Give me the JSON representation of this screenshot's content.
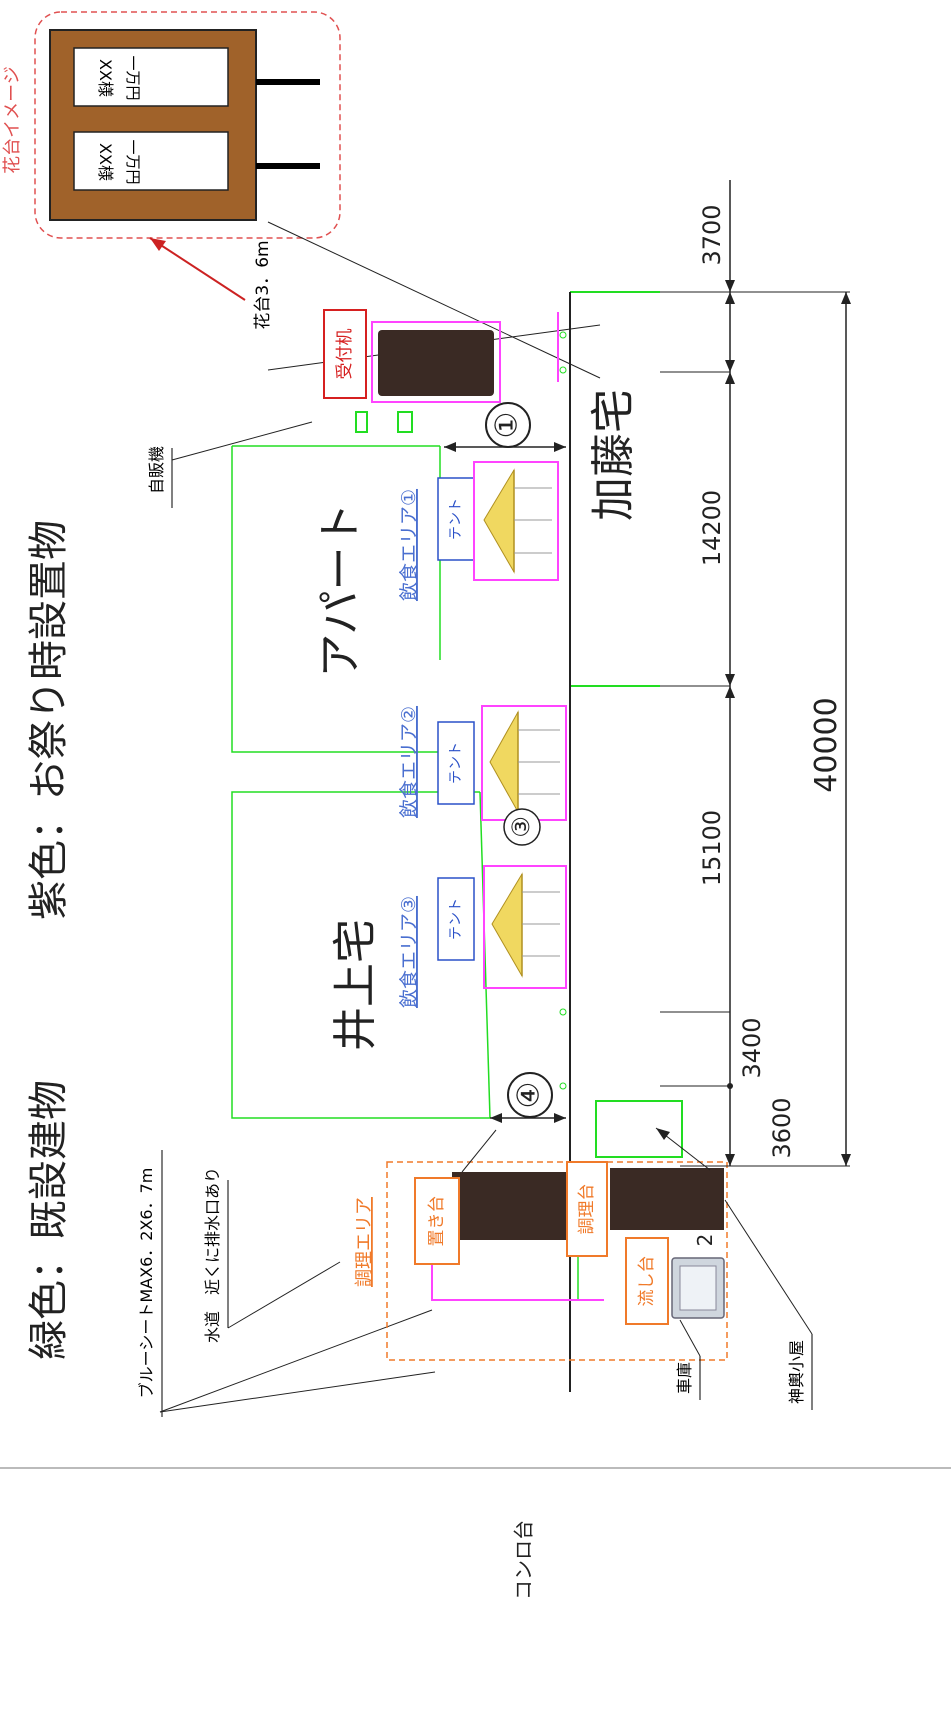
{
  "legend": {
    "green": "緑色：既設建物",
    "purple": "紫色：お祭り時設置物"
  },
  "flower_stand_image": {
    "title": "花台イメージ",
    "card_top": {
      "name": "XX様",
      "amount": "一万円"
    },
    "card_bottom": {
      "name": "XX様",
      "amount": "一万円"
    },
    "note": "花台3．6m"
  },
  "labels": {
    "reception_desk": "受付机",
    "vending_machine": "自販機",
    "apartment": "アパート",
    "inoue_house": "井上宅",
    "kato_house": "加藤宅",
    "food_area_1": "飲食エリア①",
    "food_area_2": "飲食エリア②",
    "food_area_3": "飲食エリア③",
    "tent_1": "テント",
    "tent_2": "テント",
    "tent_3": "テント",
    "circle_1": "①",
    "circle_3": "③",
    "circle_4": "④",
    "blue_sheet": "ブルーシートMAX6．2X6．7m",
    "water": "水道　近くに排水口あり",
    "cooking_area": "調理エリア",
    "placing_table": "置き台",
    "cooking_table": "調理台",
    "sink_table": "流し台",
    "garage": "車庫",
    "mikoshi_hut": "神輿小屋",
    "stove_table": "コンロ台",
    "dim_2": "2"
  },
  "dimensions": {
    "d_3700": "3700",
    "d_14200": "14200",
    "d_15100": "15100",
    "d_3400": "3400",
    "d_3600": "3600",
    "d_40000": "40000"
  },
  "colors": {
    "existing_building": "#22dd22",
    "festival_item": "#ff44ff",
    "food_area_text": "#4a6fd0",
    "cooking_orange": "#f07a2a",
    "reception_red": "#d62020",
    "flower_stand_brown": "#a0622a",
    "dark_table": "#3a2a24"
  }
}
